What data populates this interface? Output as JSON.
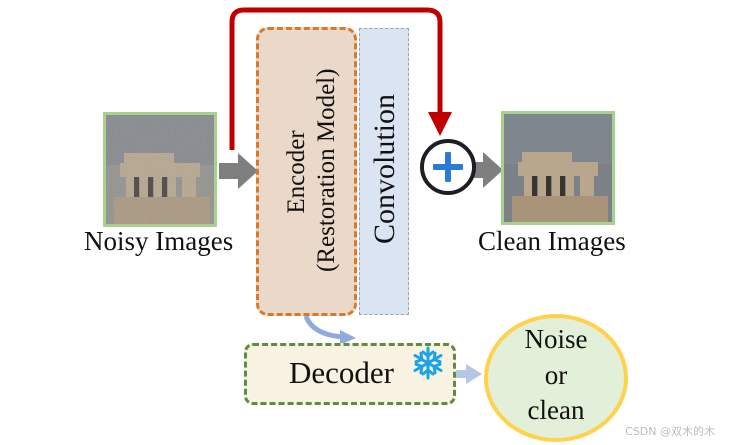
{
  "diagram": {
    "input_caption": "Noisy Images",
    "output_caption": "Clean Images",
    "encoder_line1": "Encoder",
    "encoder_line2": "(Restoration Model)",
    "convolution_label": "Convolution",
    "decoder_label": "Decoder",
    "result_line1": "Noise",
    "result_line2": "or",
    "result_line3": "clean",
    "plus_symbol": "+",
    "snowflake_icon": "snowflake-icon",
    "colors": {
      "skip_arrow": "#c00000",
      "flow_arrow": "#7f7f7f",
      "decoder_arrow": "#8faadc",
      "plus_ring": "#1b1f24",
      "plus_sign": "#2b7bd6",
      "encoder_fill": "#ead8c9",
      "encoder_border": "#d87a2c",
      "conv_fill": "#dbe4f3",
      "decoder_border": "#5f8c3e",
      "result_fill": "#e2efd9",
      "result_border": "#ffd24d",
      "image_border": "#a9d18e",
      "snowflake": "#1aa3e8"
    }
  },
  "watermark": "CSDN @双木的木"
}
